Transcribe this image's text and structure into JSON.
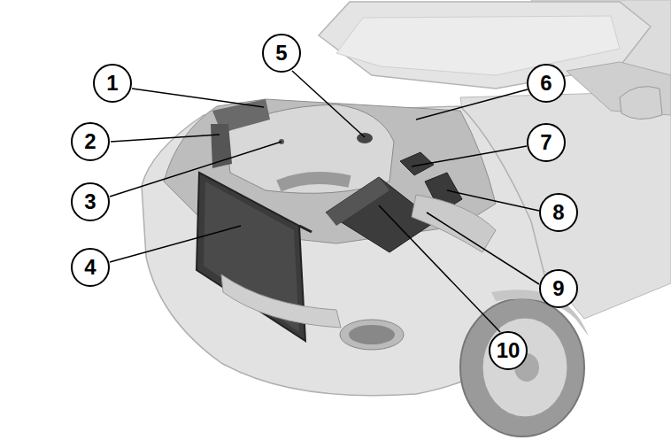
{
  "diagram": {
    "labels": [
      "1",
      "2",
      "3",
      "4",
      "5",
      "6",
      "7",
      "8",
      "9",
      "10"
    ]
  }
}
